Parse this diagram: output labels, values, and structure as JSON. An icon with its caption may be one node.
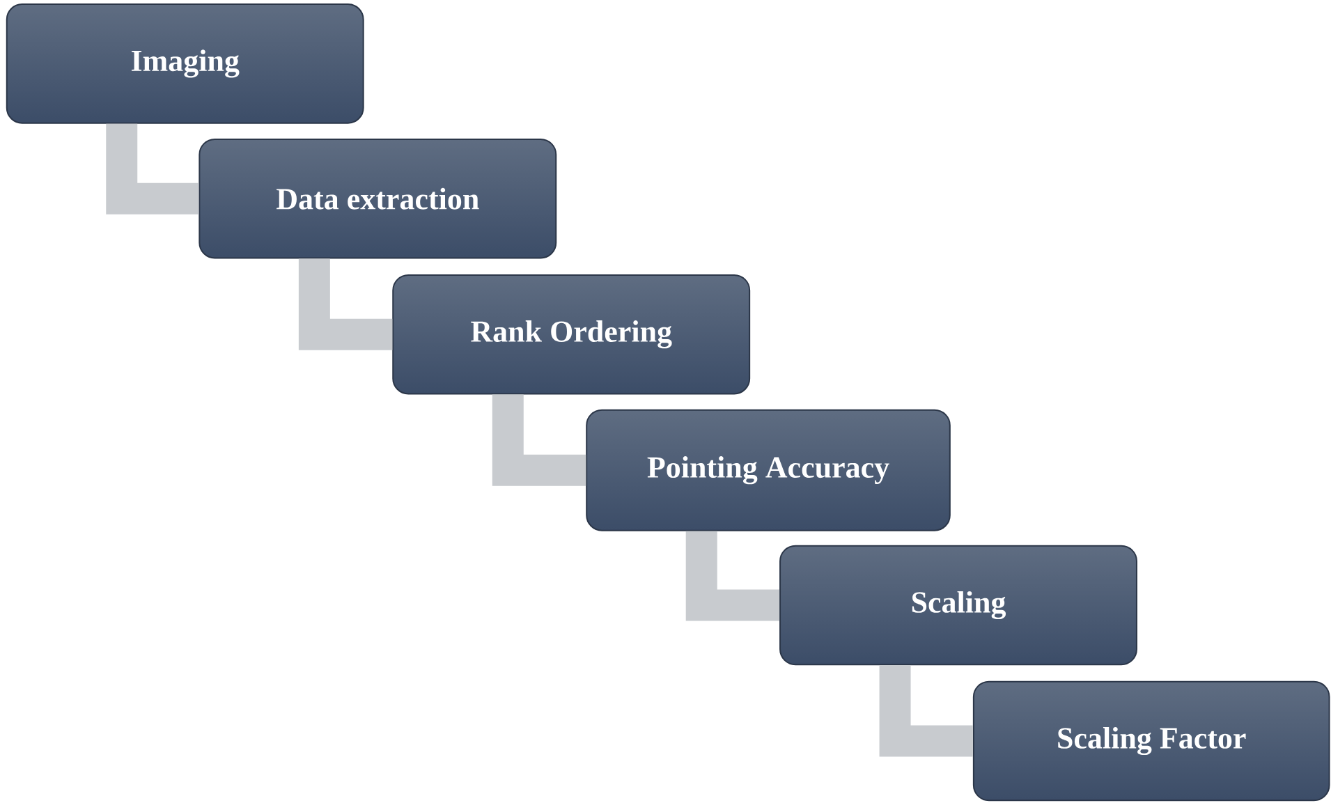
{
  "diagram": {
    "nodes": [
      {
        "text": [
          "Imaging"
        ]
      },
      {
        "text": [
          "Data extraction"
        ]
      },
      {
        "text": [
          "Rank Ordering"
        ]
      },
      {
        "text": [
          "Pointing Accuracy"
        ]
      },
      {
        "text": [
          "Scaling"
        ]
      },
      {
        "text": [
          "Scaling Factor"
        ]
      }
    ],
    "edges": [
      {
        "from": 0,
        "to": 1,
        "arrow": "none"
      },
      {
        "from": 1,
        "to": 2,
        "arrow": "none"
      },
      {
        "from": 2,
        "to": 3,
        "arrow": "none"
      },
      {
        "from": 3,
        "to": 4,
        "arrow": "none"
      },
      {
        "from": 4,
        "to": 5,
        "arrow": "none"
      }
    ]
  }
}
